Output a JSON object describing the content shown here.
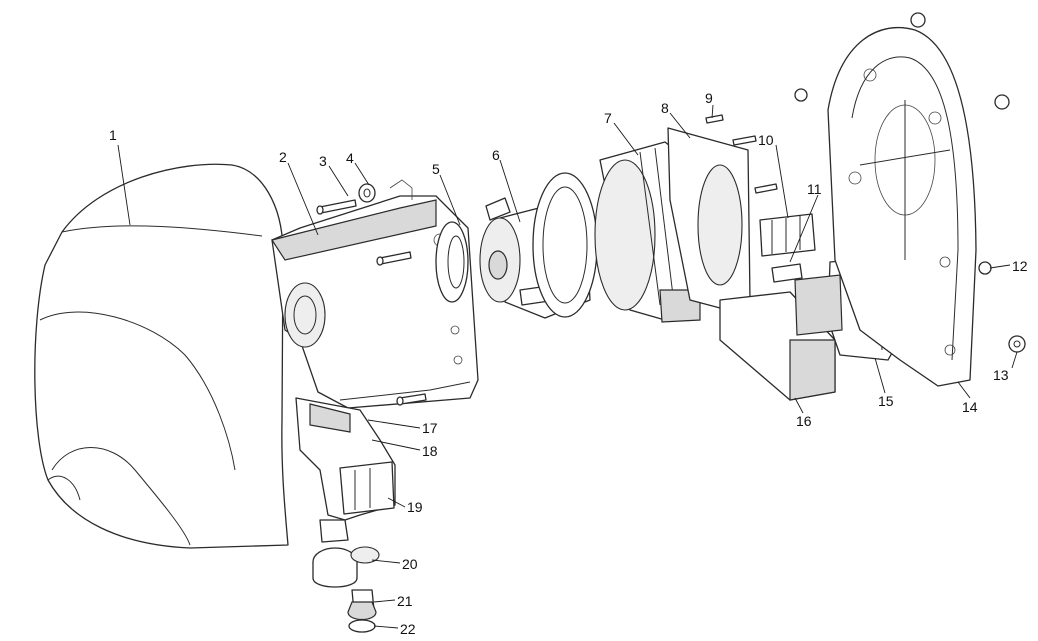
{
  "callouts": [
    {
      "id": "1",
      "text": "1"
    },
    {
      "id": "2",
      "text": "2"
    },
    {
      "id": "3",
      "text": "3"
    },
    {
      "id": "4",
      "text": "4"
    },
    {
      "id": "5",
      "text": "5"
    },
    {
      "id": "6",
      "text": "6"
    },
    {
      "id": "7",
      "text": "7"
    },
    {
      "id": "8",
      "text": "8"
    },
    {
      "id": "9",
      "text": "9"
    },
    {
      "id": "10",
      "text": "10"
    },
    {
      "id": "11",
      "text": "11"
    },
    {
      "id": "12",
      "text": "12"
    },
    {
      "id": "13",
      "text": "13"
    },
    {
      "id": "14",
      "text": "14"
    },
    {
      "id": "15",
      "text": "15"
    },
    {
      "id": "16",
      "text": "16"
    },
    {
      "id": "17",
      "text": "17"
    },
    {
      "id": "18",
      "text": "18"
    },
    {
      "id": "19",
      "text": "19"
    },
    {
      "id": "20",
      "text": "20"
    },
    {
      "id": "21",
      "text": "21"
    },
    {
      "id": "22",
      "text": "22"
    }
  ],
  "colors": {
    "line": "#2b2b2b",
    "shade": "#d9d9d9",
    "background": "#ffffff"
  }
}
